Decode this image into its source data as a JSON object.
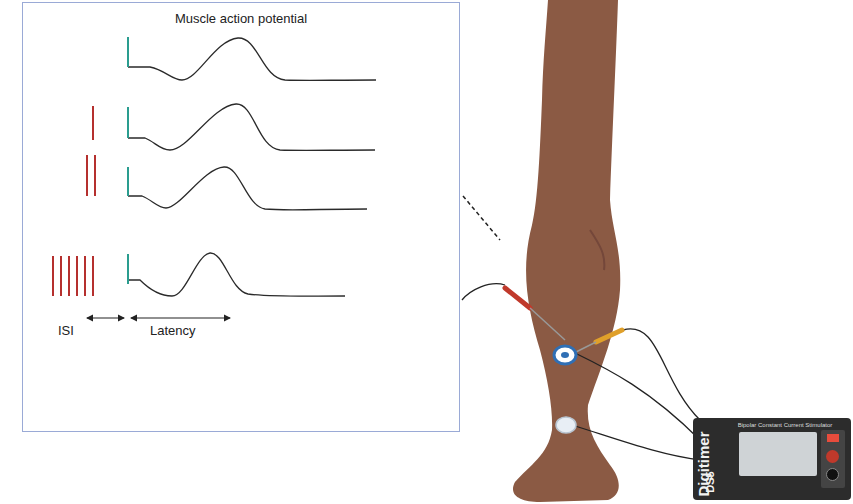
{
  "diagram": {
    "nodes": [
      {
        "text": [
          "Muscle action potential"
        ]
      },
      {
        "text": [
          "Digitimer",
          "DS5",
          "Bipolar Constant Current Stimulator"
        ]
      }
    ],
    "labels": [
      "ISI",
      "Latency"
    ]
  }
}
